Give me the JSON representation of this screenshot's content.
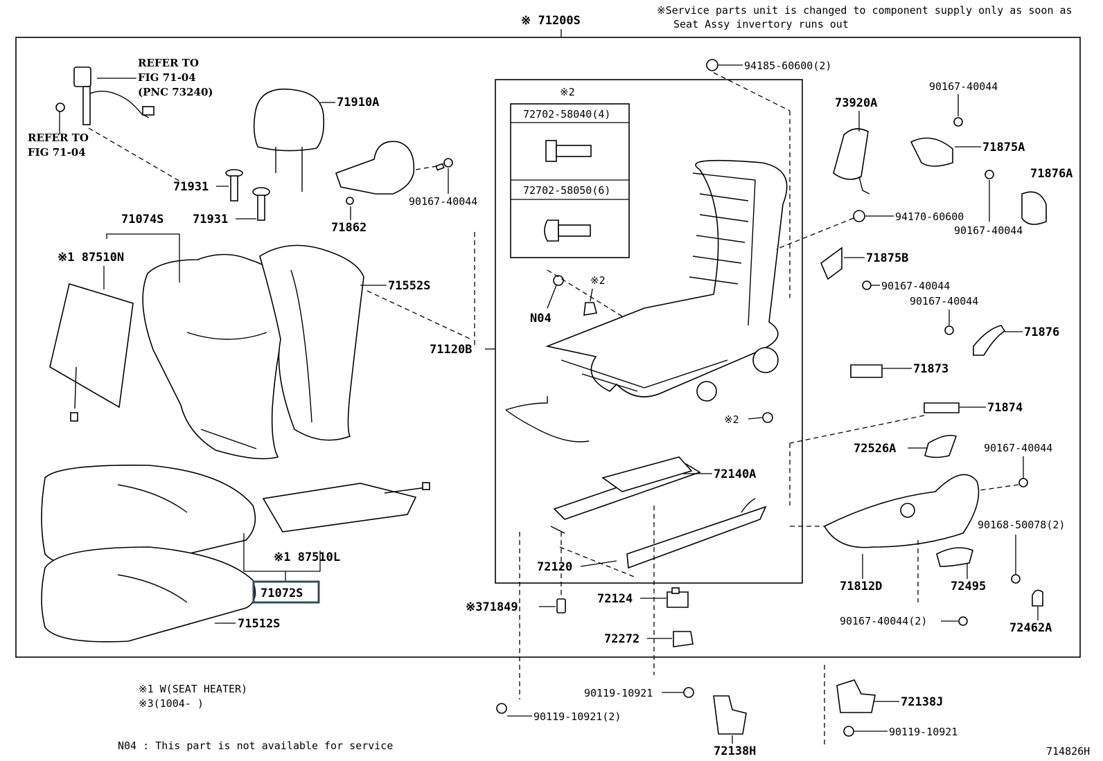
{
  "header": {
    "service_note_1": "※Service parts unit is changed to component supply only as soon as",
    "service_note_2": "Seat Assy invertory runs out",
    "assembly_code": "※ 71200S"
  },
  "refers": {
    "top_1": "REFER TO",
    "top_2": "FIG 71-04",
    "top_3": "(PNC 73240)",
    "left_1": "REFER TO",
    "left_2": "FIG 71-04"
  },
  "subbox": {
    "title": "※2",
    "screw_a": "72702-58040(4)",
    "screw_b": "72702-58050(6)"
  },
  "parts": {
    "p71910A": "71910A",
    "p71931a": "71931",
    "p71931b": "71931",
    "p71862": "71862",
    "p90167_40044_a": "90167-40044",
    "p71074S": "71074S",
    "p87510N": "※1 87510N",
    "p71552S": "71552S",
    "p71120B": "71120B",
    "pN04": "N04",
    "pStar2a": "※2",
    "pStar2b": "※2",
    "p94185": "94185-60600(2)",
    "p73920A": "73920A",
    "p90167_b": "90167-40044",
    "p71875A": "71875A",
    "p71876A": "71876A",
    "p94170": "94170-60600",
    "p90167_c": "90167-40044",
    "p71875B": "71875B",
    "p90167_d": "90167-40044",
    "p90167_e": "90167-40044",
    "p71876": "71876",
    "p71873": "71873",
    "p71874": "71874",
    "p72526A": "72526A",
    "p90167_f": "90167-40044",
    "p72140A": "72140A",
    "p90168": "90168-50078(2)",
    "p72120": "72120",
    "p71812D": "71812D",
    "p72495": "72495",
    "p87510L": "※1 87510L",
    "p71072S": "71072S",
    "p72124": "72124",
    "p71849": "※371849",
    "p71512S": "71512S",
    "p90167_g": "90167-40044(2)",
    "p72462A": "72462A",
    "p72272": "72272",
    "p90119_a": "90119-10921",
    "p72138J": "72138J",
    "p90119_b": "90119-10921(2)",
    "p90119_c": "90119-10921",
    "p72138H": "72138H"
  },
  "footnotes": {
    "note_1": "※1 W(SEAT HEATER)",
    "note_3": "※3(1004-      )",
    "n04": "N04 : This part is not available for service",
    "figure_id": "714826H"
  }
}
